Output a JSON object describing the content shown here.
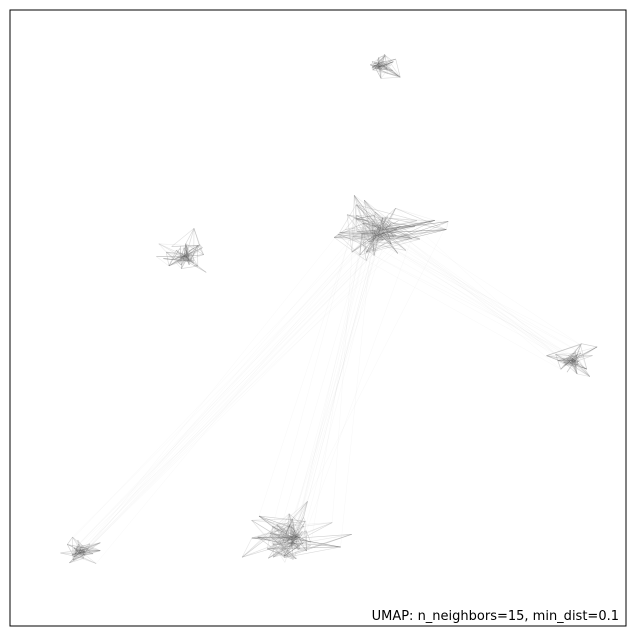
{
  "chart_data": {
    "type": "network",
    "annotation": "UMAP: n_neighbors=15, min_dist=0.1",
    "axes": {
      "ticks": "none",
      "frame": true
    },
    "xlim": [
      0,
      1
    ],
    "ylim": [
      0,
      1
    ],
    "edge_color": "#9a9a9a",
    "frame_color": "#000000",
    "clusters": [
      {
        "id": "cluster-top-small",
        "cx": 0.6,
        "cy": 0.911,
        "spread": 0.043,
        "density": "medium"
      },
      {
        "id": "cluster-center-large",
        "cx": 0.603,
        "cy": 0.643,
        "spread": 0.107,
        "density": "high"
      },
      {
        "id": "cluster-left",
        "cx": 0.286,
        "cy": 0.6,
        "spread": 0.071,
        "density": "medium"
      },
      {
        "id": "cluster-right",
        "cx": 0.914,
        "cy": 0.431,
        "spread": 0.057,
        "density": "medium"
      },
      {
        "id": "cluster-bottom-center",
        "cx": 0.461,
        "cy": 0.142,
        "spread": 0.093,
        "density": "high"
      },
      {
        "id": "cluster-bottom-left",
        "cx": 0.116,
        "cy": 0.12,
        "spread": 0.047,
        "density": "medium"
      }
    ],
    "cluster_links": [
      [
        "cluster-center-large",
        "cluster-right"
      ],
      [
        "cluster-center-large",
        "cluster-bottom-center"
      ],
      [
        "cluster-center-large",
        "cluster-bottom-left"
      ]
    ]
  }
}
